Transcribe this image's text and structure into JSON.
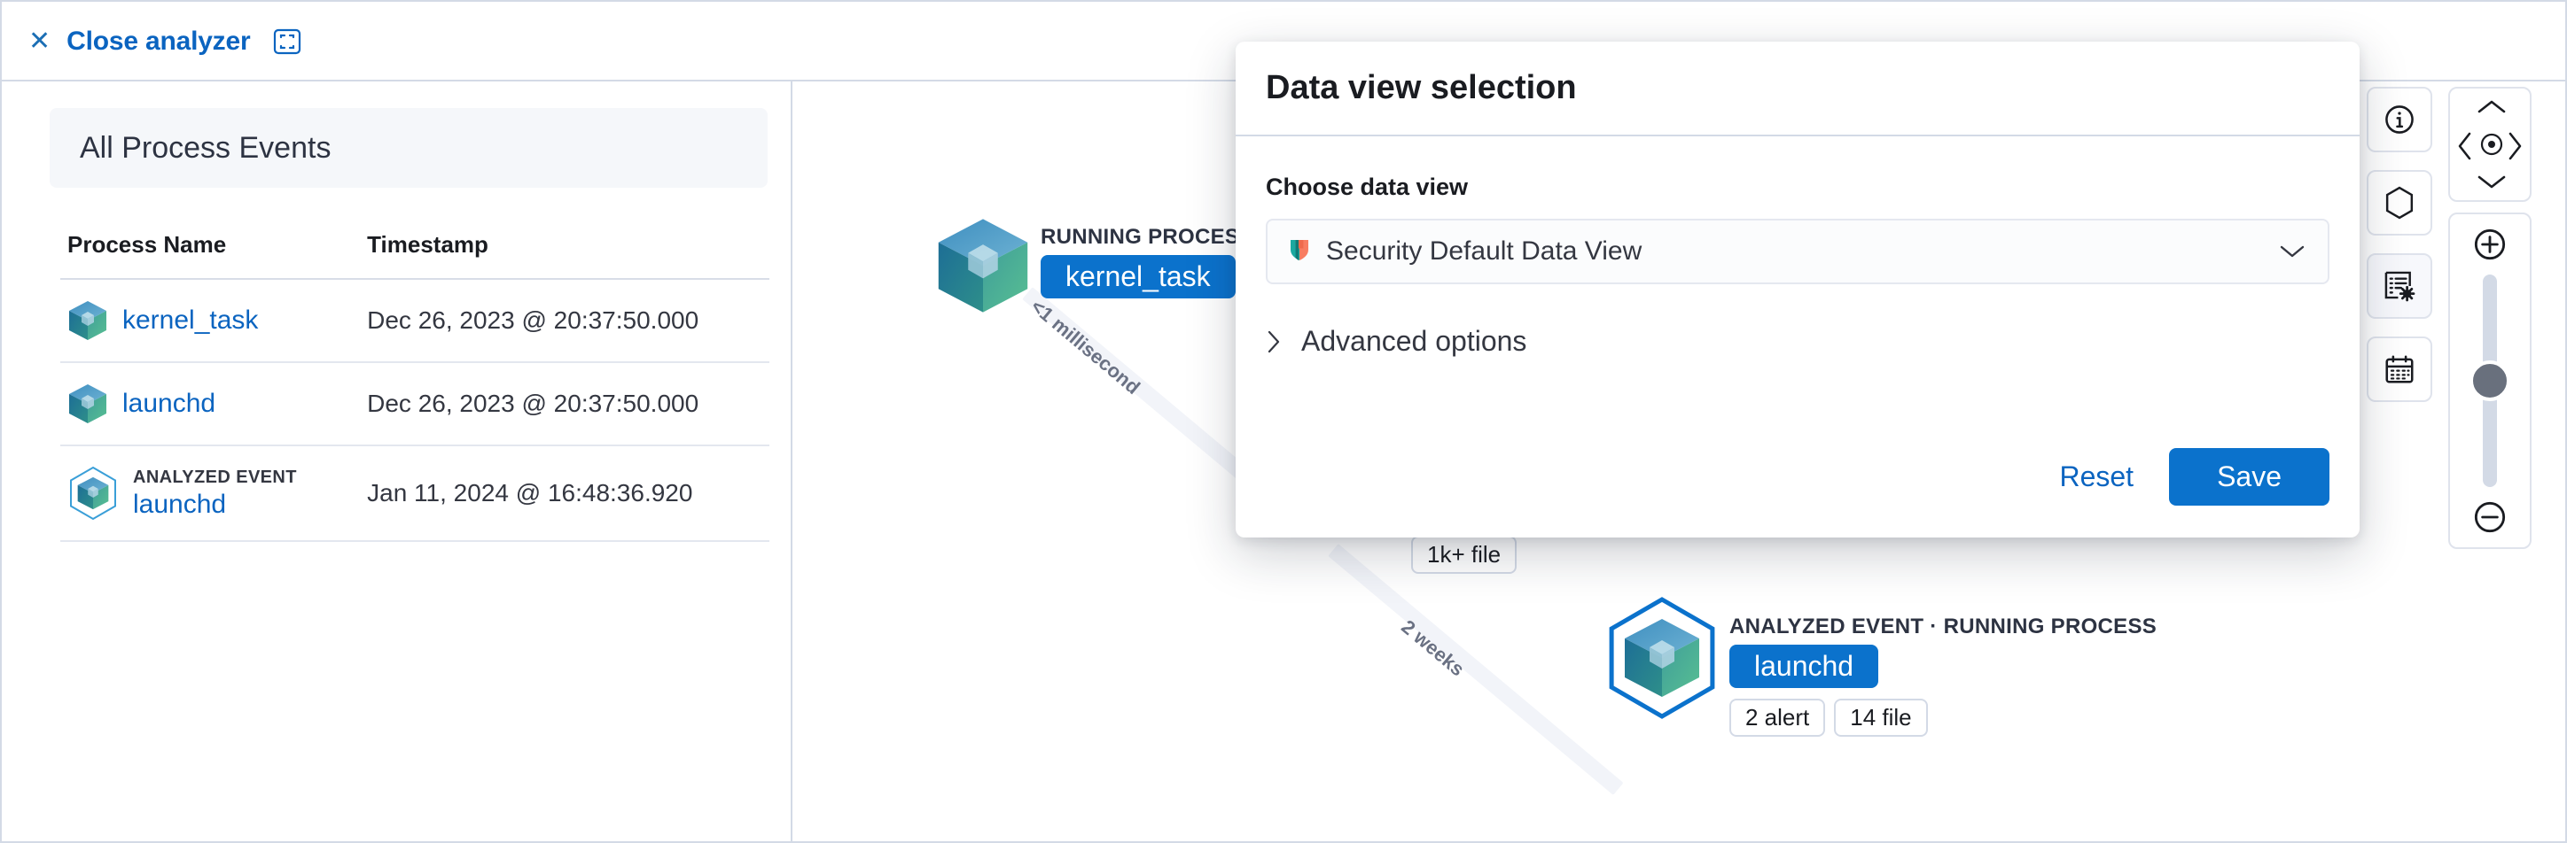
{
  "topbar": {
    "close_label": "Close analyzer",
    "close_icon": "close-x-icon",
    "fullscreen_icon": "fullscreen-icon"
  },
  "left_panel": {
    "header_title": "All Process Events",
    "table": {
      "columns": [
        "Process Name",
        "Timestamp"
      ],
      "rows": [
        {
          "tag": "",
          "process": "kernel_task",
          "timestamp": "Dec 26, 2023 @ 20:37:50.000",
          "icon": "process-cube-icon"
        },
        {
          "tag": "",
          "process": "launchd",
          "timestamp": "Dec 26, 2023 @ 20:37:50.000",
          "icon": "process-cube-icon"
        },
        {
          "tag": "ANALYZED EVENT",
          "process": "launchd",
          "timestamp": "Jan 11, 2024 @ 16:48:36.920",
          "icon": "process-cube-hex-icon"
        }
      ]
    }
  },
  "graph": {
    "nodes": [
      {
        "kind": "RUNNING PROCESS",
        "name": "kernel_task",
        "badges": []
      },
      {
        "kind": "ANALYZED EVENT · RUNNING PROCESS",
        "name": "launchd",
        "badges": [
          "2 alert",
          "14 file"
        ]
      }
    ],
    "edge_labels": [
      "<1 millisecond",
      "2 weeks"
    ],
    "chips": [
      "1k+ file"
    ]
  },
  "controls": {
    "buttons": [
      {
        "icon": "info-circle-icon",
        "name": "node-info"
      },
      {
        "icon": "hexagon-icon",
        "name": "node-legend"
      },
      {
        "icon": "schema-settings-icon",
        "name": "schema-settings"
      },
      {
        "icon": "calendar-icon",
        "name": "date-picker"
      }
    ],
    "pan": {
      "up": "chevron-up-icon",
      "left": "chevron-left-icon",
      "center": "center-target-icon",
      "right": "chevron-right-icon",
      "down": "chevron-down-icon"
    },
    "zoom": {
      "in": "zoom-in-icon",
      "out": "zoom-out-icon",
      "value": 50
    }
  },
  "modal": {
    "title": "Data view selection",
    "field_label": "Choose data view",
    "selected_data_view": "Security Default Data View",
    "data_view_icon": "security-shield-icon",
    "chevron_icon": "chevron-down-icon",
    "advanced_label": "Advanced options",
    "advanced_icon": "chevron-right-icon",
    "reset_label": "Reset",
    "save_label": "Save"
  },
  "colors": {
    "link": "#0b64c0",
    "primary": "#0b72cc",
    "border": "#d3dae6",
    "panel_bg": "#f5f7fa",
    "text": "#1a1c21"
  }
}
